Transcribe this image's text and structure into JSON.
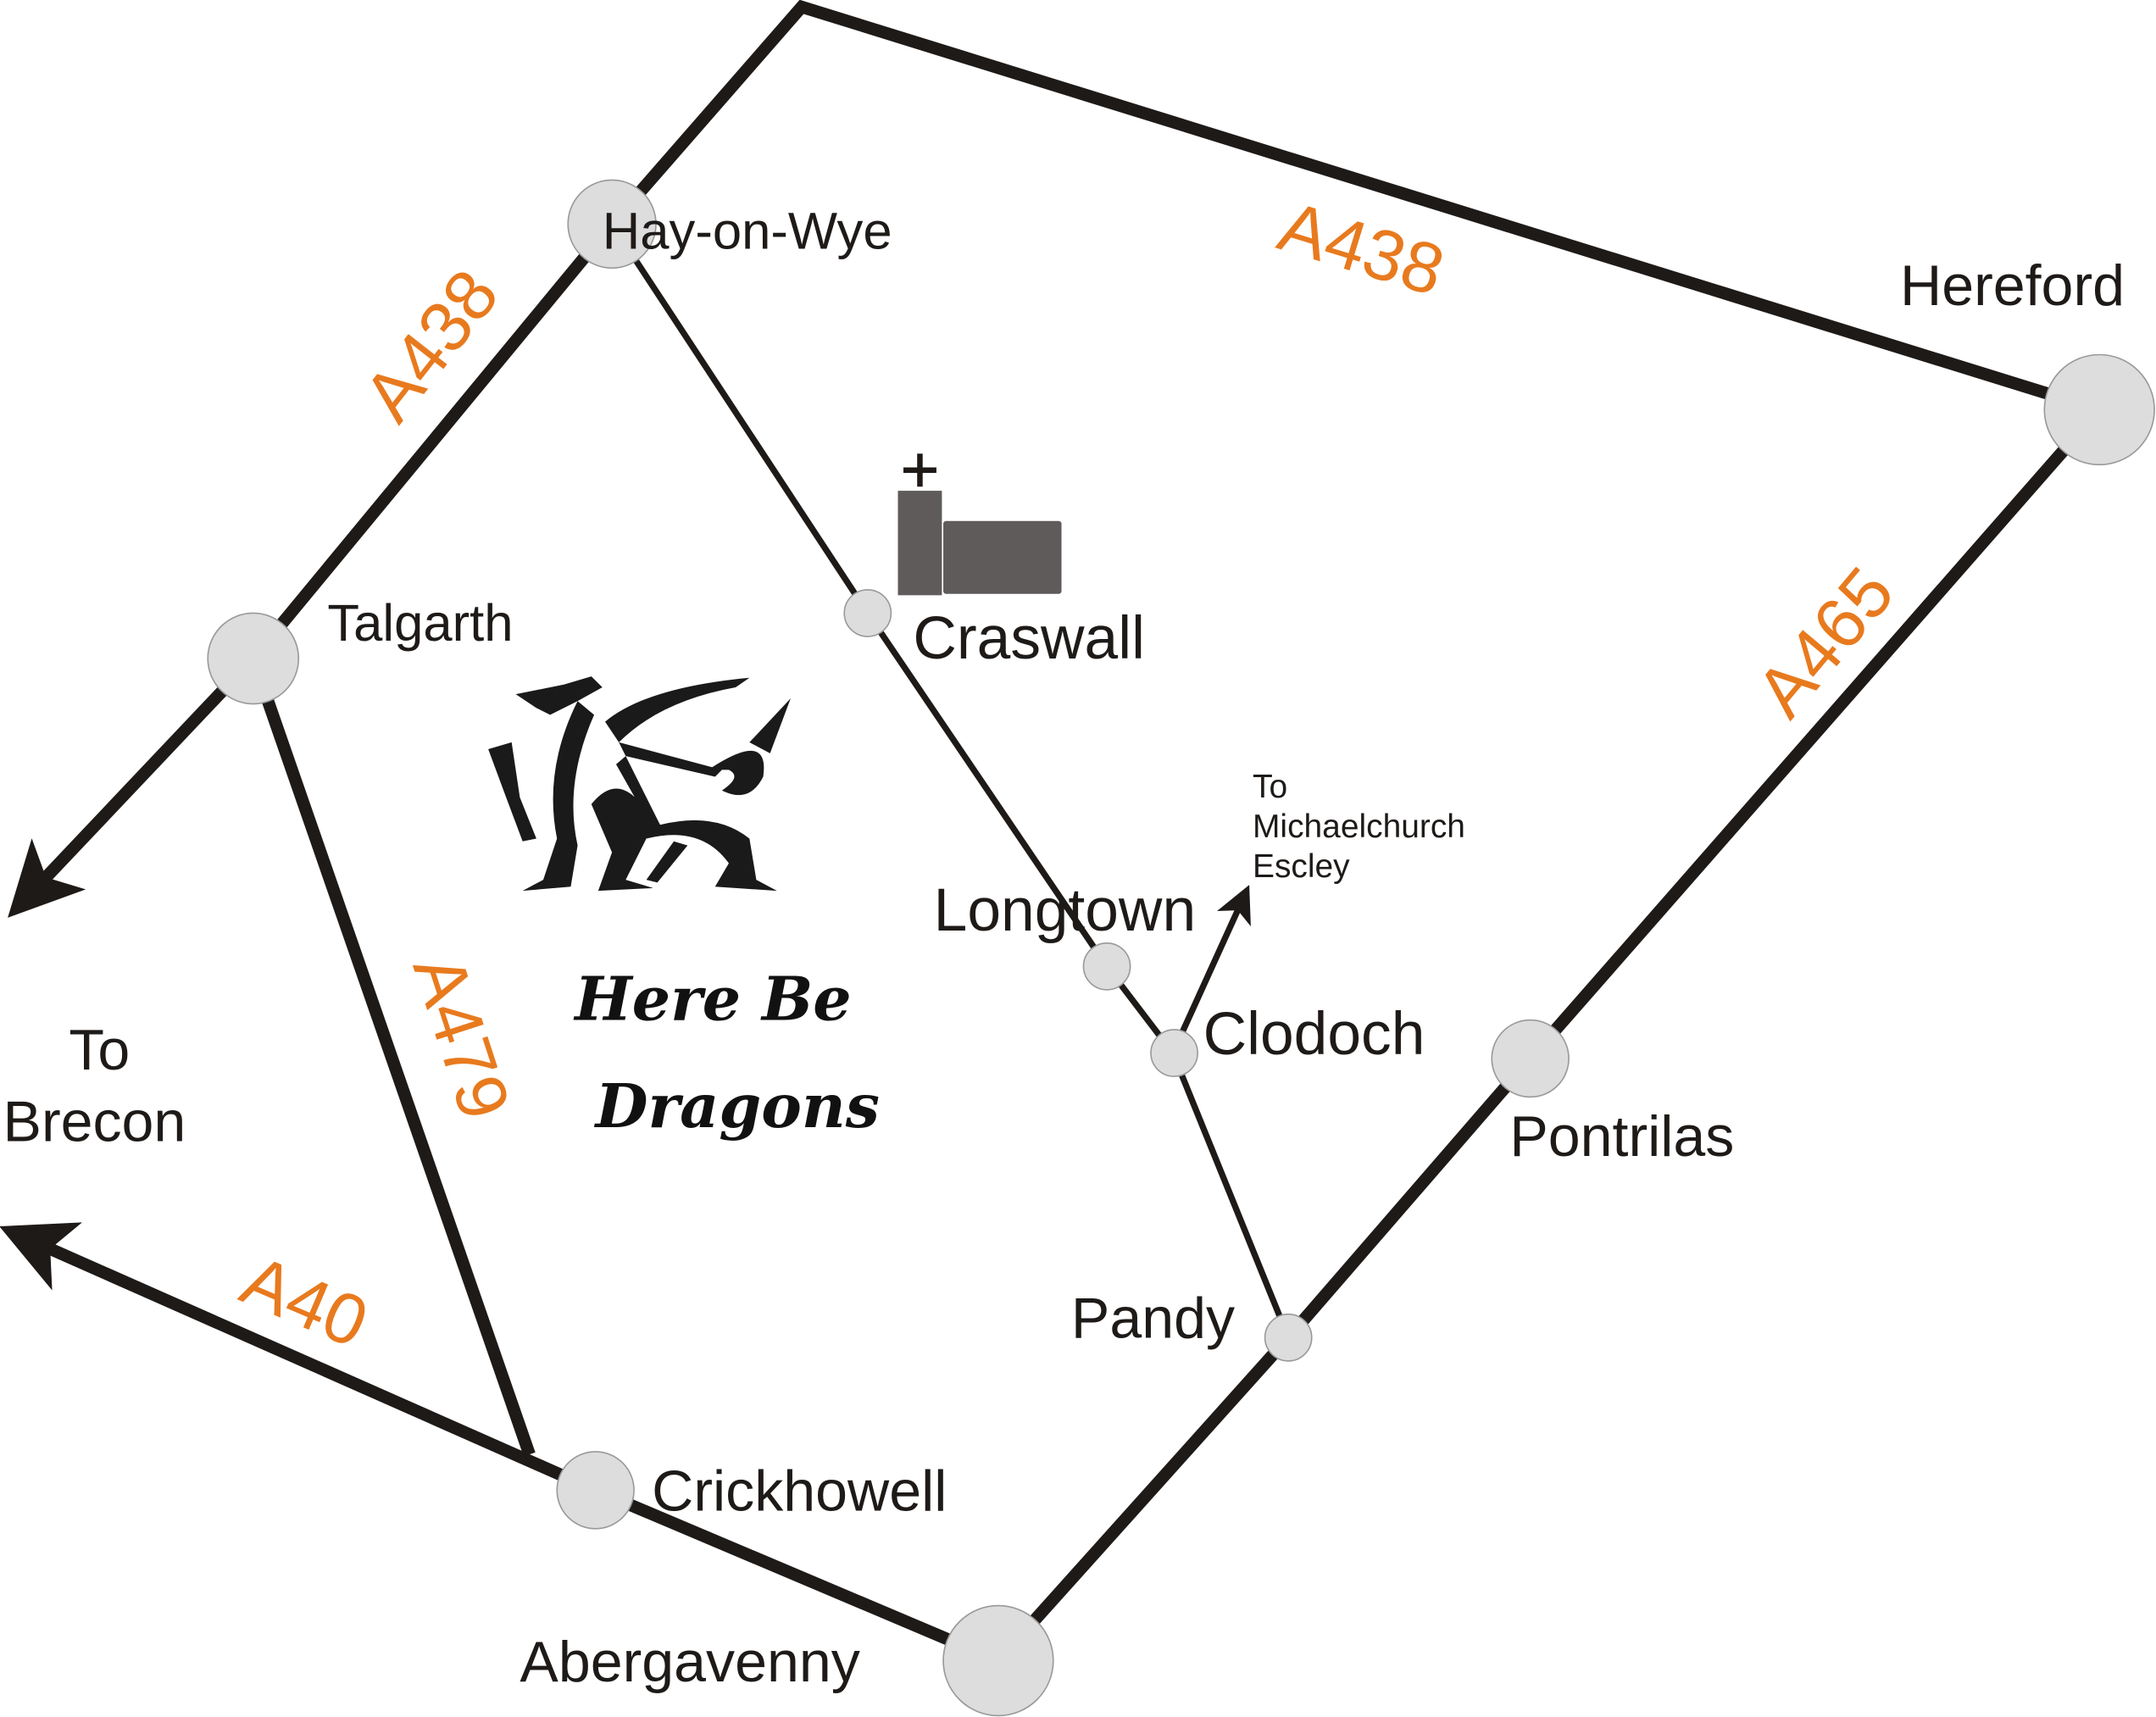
{
  "map": {
    "colors": {
      "road": "#1e1a18",
      "road_label": "#e87a1e",
      "town": "#dddddd",
      "church": "#5f5b5b"
    },
    "towns": {
      "hay": "Hay-on-Wye",
      "hereford": "Hereford",
      "talgarth": "Talgarth",
      "craswall": "Craswall",
      "longtown": "Longtown",
      "clodoch": "Clodoch",
      "pontrilas": "Pontrilas",
      "pandy": "Pandy",
      "crickhowell": "Crickhowell",
      "abergavenny": "Abergavenny"
    },
    "directions": {
      "brecon_line1": "To",
      "brecon_line2": "Brecon",
      "michaelchurch_line1": "To",
      "michaelchurch_line2": "Michaelchurch",
      "michaelchurch_line3": "Escley"
    },
    "roads": {
      "a438_west": "A438",
      "a438_north": "A438",
      "a465": "A465",
      "a479": "A479",
      "a40": "A40"
    },
    "motto_line1": "Here Be",
    "motto_line2": "Dragons",
    "icons": [
      "church-icon",
      "welsh-dragon-icon",
      "arrow-icon"
    ]
  }
}
